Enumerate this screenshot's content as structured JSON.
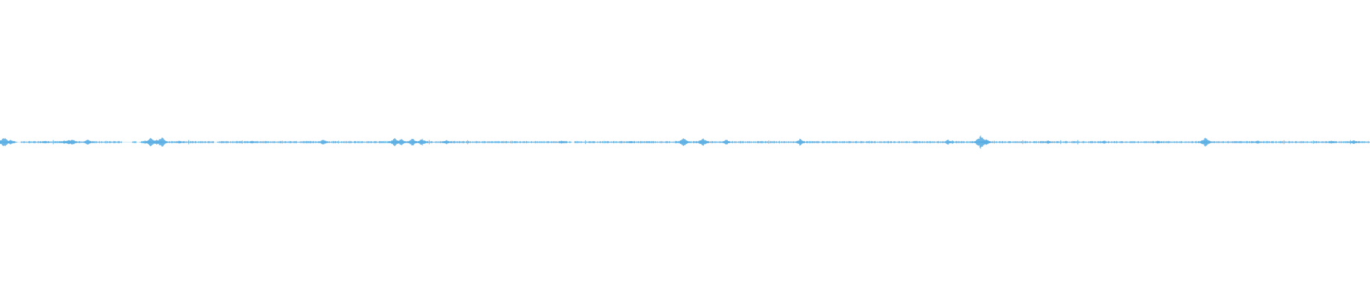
{
  "waveform": {
    "color": "#5aaee3",
    "background": "#ffffff",
    "amplitude_scale": 1.0,
    "bursts": [
      {
        "t": 0.003,
        "a": 0.55
      },
      {
        "t": 0.008,
        "a": 0.25
      },
      {
        "t": 0.033,
        "a": 0.12
      },
      {
        "t": 0.047,
        "a": 0.15
      },
      {
        "t": 0.05,
        "a": 0.25
      },
      {
        "t": 0.053,
        "a": 0.3
      },
      {
        "t": 0.064,
        "a": 0.3
      },
      {
        "t": 0.106,
        "a": 0.15
      },
      {
        "t": 0.11,
        "a": 0.45
      },
      {
        "t": 0.114,
        "a": 0.25
      },
      {
        "t": 0.118,
        "a": 0.55
      },
      {
        "t": 0.131,
        "a": 0.15
      },
      {
        "t": 0.184,
        "a": 0.12
      },
      {
        "t": 0.236,
        "a": 0.3
      },
      {
        "t": 0.288,
        "a": 0.45
      },
      {
        "t": 0.293,
        "a": 0.35
      },
      {
        "t": 0.301,
        "a": 0.4
      },
      {
        "t": 0.308,
        "a": 0.35
      },
      {
        "t": 0.326,
        "a": 0.2
      },
      {
        "t": 0.41,
        "a": 0.15
      },
      {
        "t": 0.46,
        "a": 0.12
      },
      {
        "t": 0.499,
        "a": 0.45
      },
      {
        "t": 0.513,
        "a": 0.45
      },
      {
        "t": 0.53,
        "a": 0.25
      },
      {
        "t": 0.584,
        "a": 0.35
      },
      {
        "t": 0.692,
        "a": 0.25
      },
      {
        "t": 0.716,
        "a": 0.75
      },
      {
        "t": 0.72,
        "a": 0.35
      },
      {
        "t": 0.765,
        "a": 0.15
      },
      {
        "t": 0.806,
        "a": 0.15
      },
      {
        "t": 0.845,
        "a": 0.12
      },
      {
        "t": 0.88,
        "a": 0.55
      },
      {
        "t": 0.918,
        "a": 0.15
      },
      {
        "t": 0.972,
        "a": 0.15
      },
      {
        "t": 0.988,
        "a": 0.2
      }
    ],
    "gaps": [
      [
        0.011,
        0.015
      ],
      [
        0.089,
        0.096
      ],
      [
        0.099,
        0.103
      ],
      [
        0.156,
        0.158
      ],
      [
        0.417,
        0.419
      ]
    ]
  }
}
